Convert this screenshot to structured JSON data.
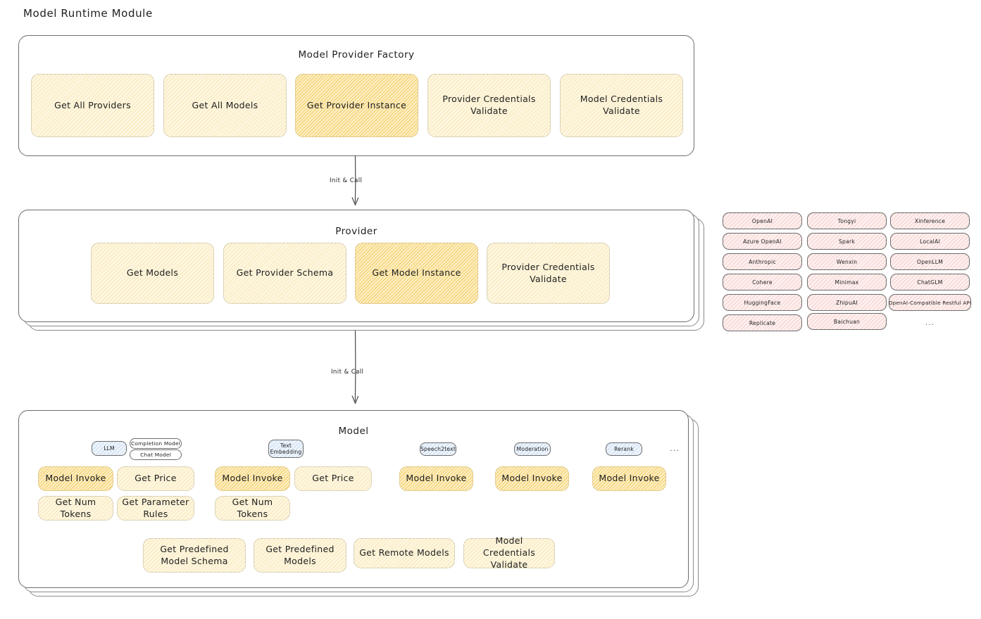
{
  "title": "Model Runtime Module",
  "theme": {
    "accent_yellow": "#fdf6e1",
    "accent_yellow_highlight": "#fdeec2",
    "accent_pink": "#fdf0ef",
    "accent_blue": "#eef4fb",
    "stroke": "#6d6d6d",
    "text": "#1e1e1e"
  },
  "factory": {
    "title": "Model Provider Factory",
    "boxes": [
      {
        "label": "Get All Providers",
        "highlight": false
      },
      {
        "label": "Get All Models",
        "highlight": false
      },
      {
        "label": "Get Provider Instance",
        "highlight": true
      },
      {
        "label": "Provider Credentials Validate",
        "highlight": false
      },
      {
        "label": "Model Credentials Validate",
        "highlight": false
      }
    ]
  },
  "arrow_factory_to_provider": {
    "label": "Init & Call"
  },
  "provider": {
    "title": "Provider",
    "boxes": [
      {
        "label": "Get Models",
        "highlight": false
      },
      {
        "label": "Get Provider Schema",
        "highlight": false
      },
      {
        "label": "Get Model Instance",
        "highlight": true
      },
      {
        "label": "Provider Credentials Validate",
        "highlight": false
      }
    ]
  },
  "arrow_provider_to_model": {
    "label": "Init & Call"
  },
  "provider_list": {
    "columns": [
      {
        "items": [
          "OpenAI",
          "Azure OpenAI",
          "Anthropic",
          "Cohere",
          "HuggingFace",
          "Replicate"
        ]
      },
      {
        "items": [
          "Tongyi",
          "Spark",
          "Wenxin",
          "Minimax",
          "ZhipuAI",
          "Baichuan"
        ]
      },
      {
        "items": [
          "Xinference",
          "LocalAI",
          "OpenLLM",
          "ChatGLM",
          "OpenAI-Compatible Restful API"
        ]
      }
    ],
    "more": "..."
  },
  "model": {
    "title": "Model",
    "more": "...",
    "types": [
      {
        "name": "LLM",
        "subtags": [
          "Completion Model",
          "Chat Model"
        ],
        "boxes": [
          {
            "label": "Model Invoke",
            "highlight": true
          },
          {
            "label": "Get Price",
            "highlight": false
          },
          {
            "label": "Get Num Tokens",
            "highlight": false
          },
          {
            "label": "Get Parameter Rules",
            "highlight": false
          }
        ]
      },
      {
        "name": "Text Embedding",
        "subtags": [],
        "boxes": [
          {
            "label": "Model Invoke",
            "highlight": true
          },
          {
            "label": "Get Price",
            "highlight": false
          },
          {
            "label": "Get Num Tokens",
            "highlight": false
          }
        ]
      },
      {
        "name": "Speech2text",
        "subtags": [],
        "boxes": [
          {
            "label": "Model Invoke",
            "highlight": true
          }
        ]
      },
      {
        "name": "Moderation",
        "subtags": [],
        "boxes": [
          {
            "label": "Model Invoke",
            "highlight": true
          }
        ]
      },
      {
        "name": "Rerank",
        "subtags": [],
        "boxes": [
          {
            "label": "Model Invoke",
            "highlight": true
          }
        ]
      }
    ],
    "shared_boxes": [
      {
        "label": "Get Predefined Model Schema"
      },
      {
        "label": "Get Predefined Models"
      },
      {
        "label": "Get Remote Models"
      },
      {
        "label": "Model Credentials Validate"
      }
    ]
  }
}
